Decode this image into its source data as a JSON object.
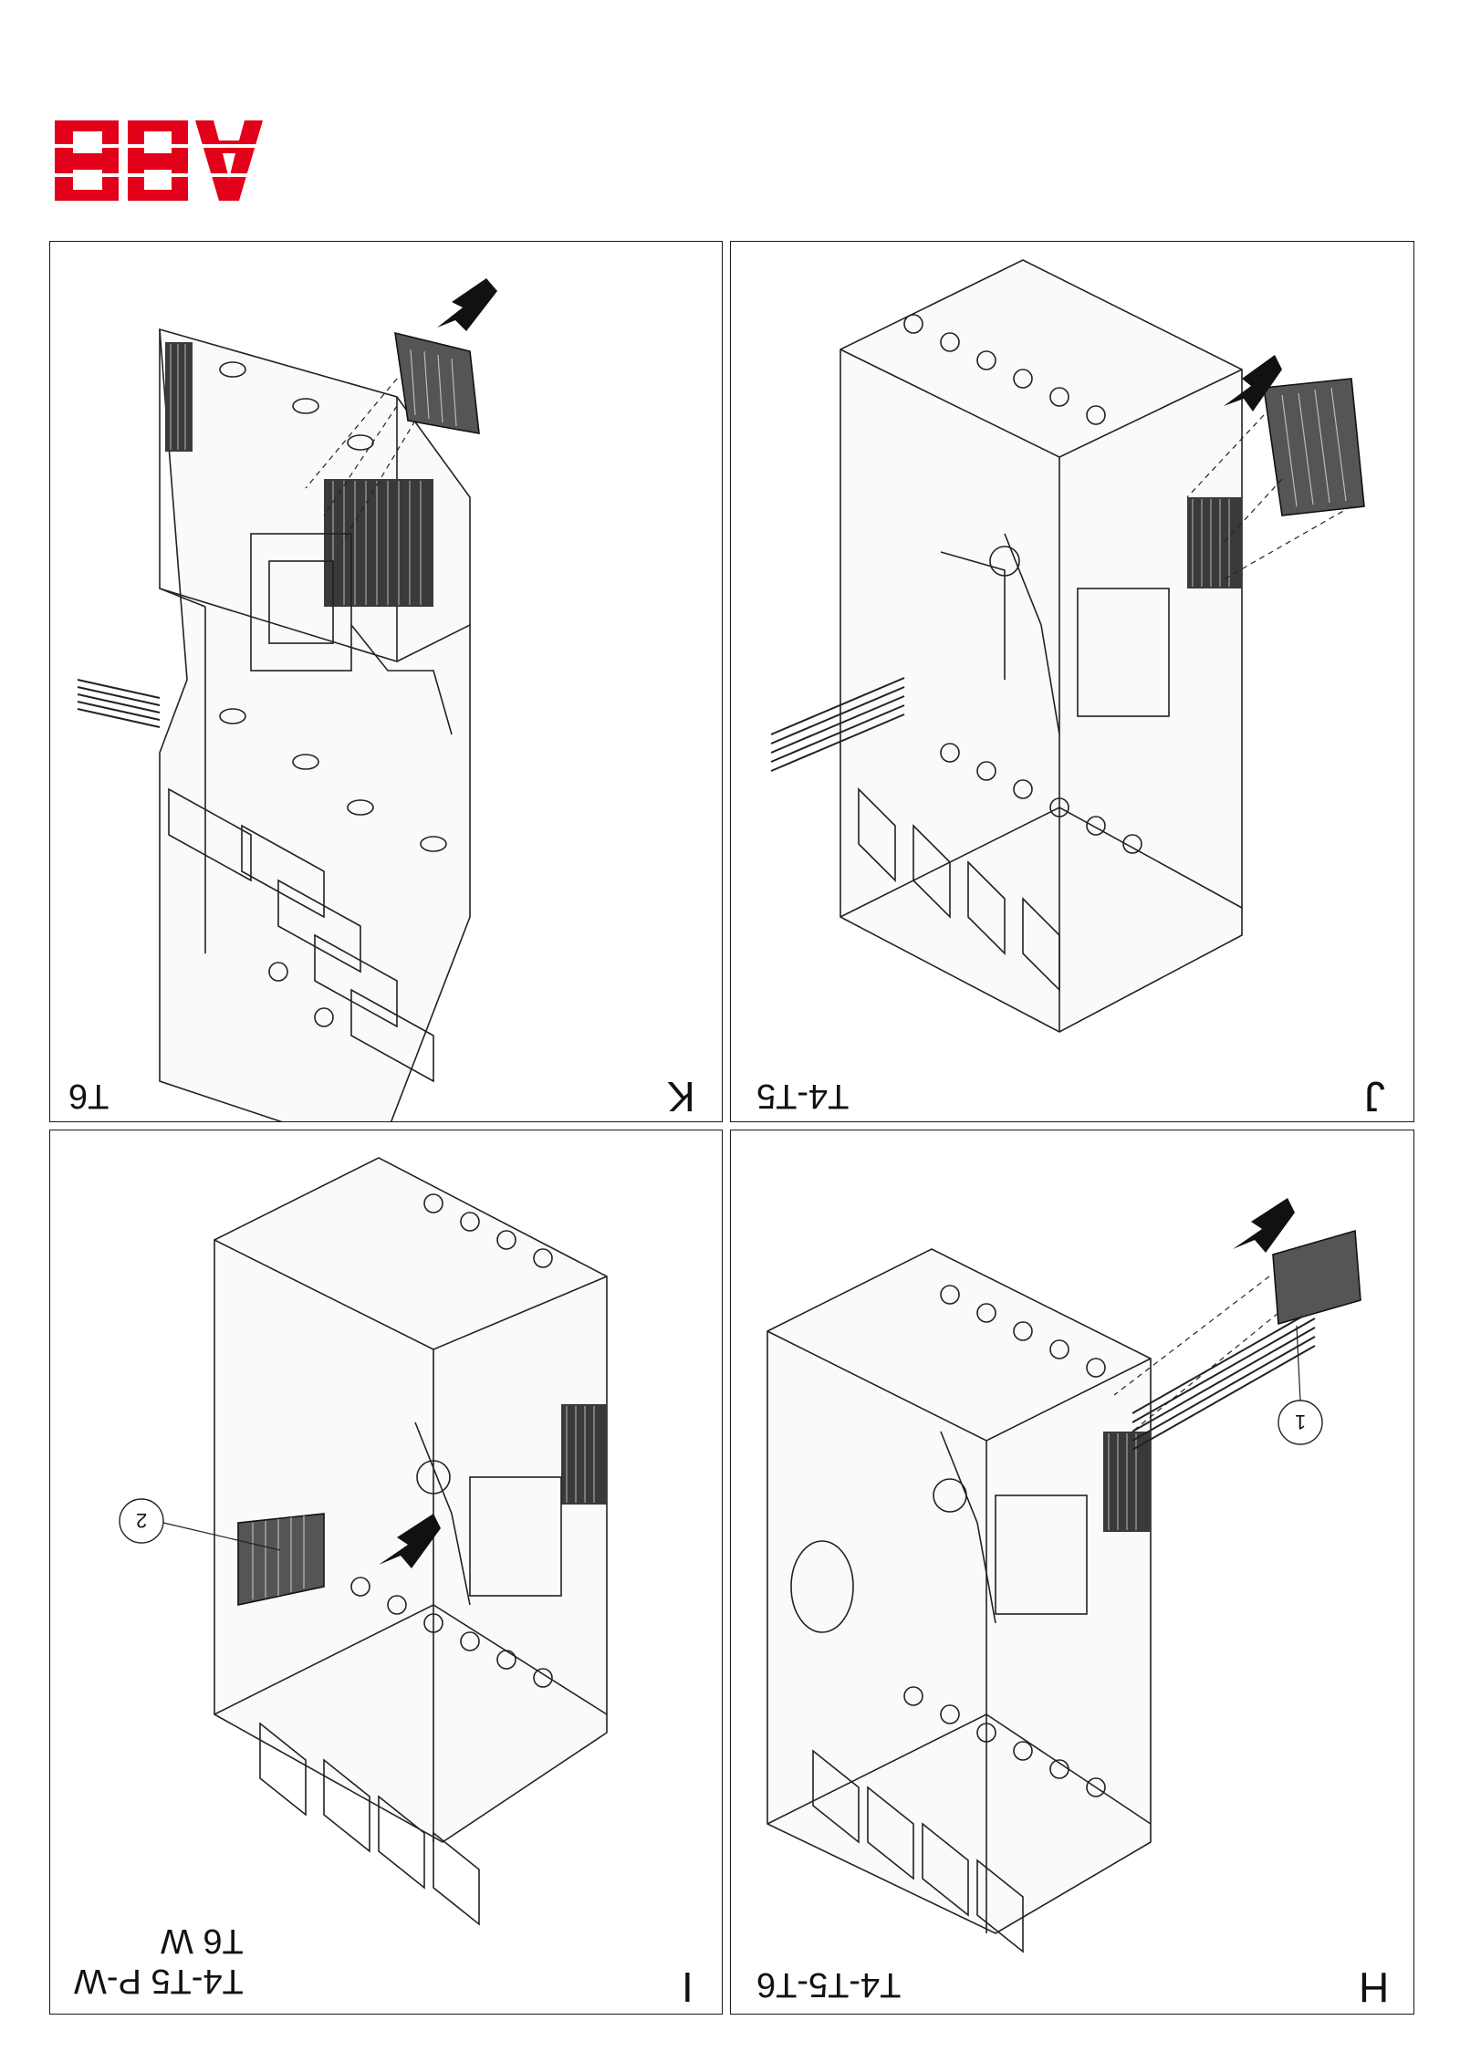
{
  "brand": {
    "logo_text": "ABB",
    "color": "#e2001a"
  },
  "panels": {
    "K": {
      "letter": "K",
      "models": [
        "T6"
      ]
    },
    "J": {
      "letter": "J",
      "models": [
        "T4-T5"
      ]
    },
    "I": {
      "letter": "I",
      "models": [
        "T4-T5 P-W",
        "T6  W"
      ],
      "callout": "2"
    },
    "H": {
      "letter": "H",
      "models": [
        "T4-T5-T6"
      ],
      "callout": "1"
    }
  }
}
